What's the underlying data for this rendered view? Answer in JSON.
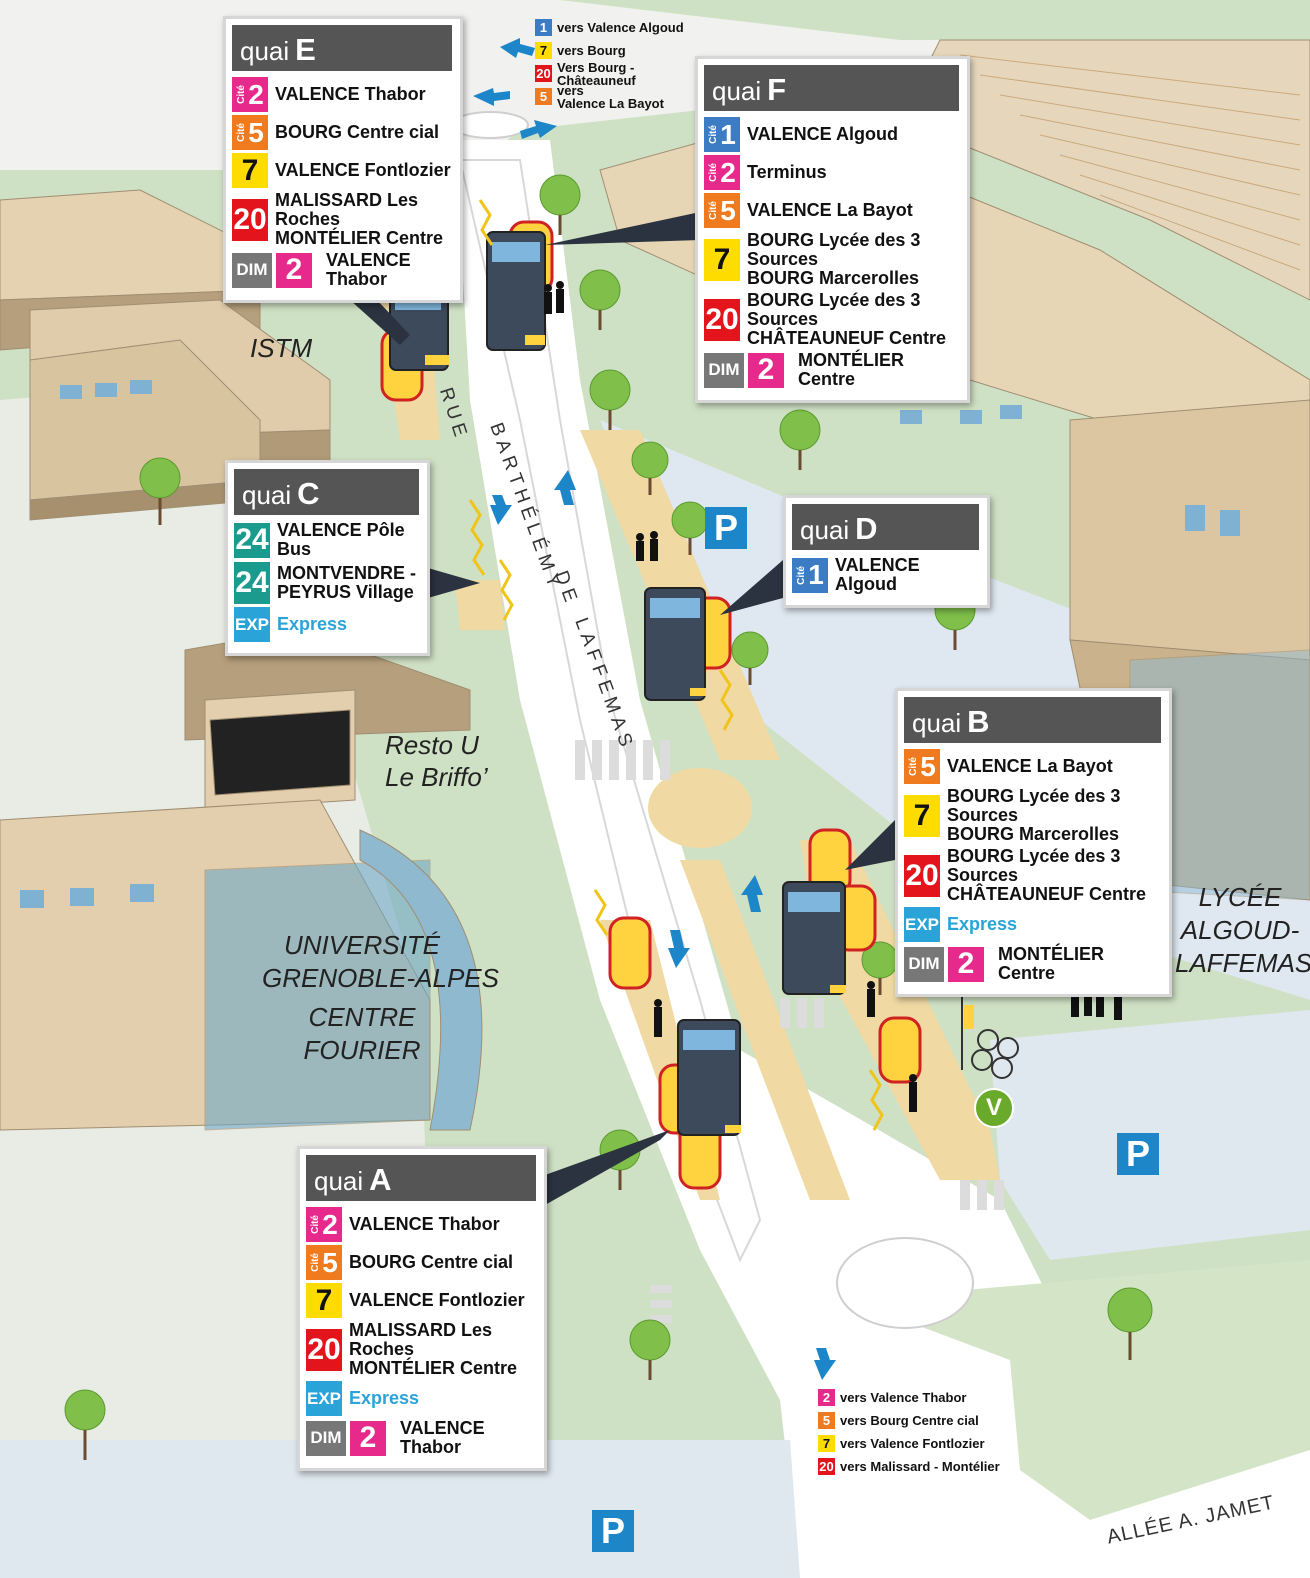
{
  "colors": {
    "cite1": "#3b7cc4",
    "cite2": "#e6298b",
    "cite5": "#f07a1e",
    "line7": "#ffdc00",
    "line20": "#e3141b",
    "line24": "#1b9a8e",
    "exp": "#2aa3d8",
    "dim": "#777777",
    "parking": "#1d86c8",
    "velo": "#6aaa2a"
  },
  "quais": [
    {
      "id": "E",
      "word": "quai",
      "letter": "E",
      "rows": [
        {
          "badge": "2",
          "cite": "Cité",
          "color": "cite2",
          "lines": [
            "VALENCE Thabor"
          ]
        },
        {
          "badge": "5",
          "cite": "Cité",
          "color": "cite5",
          "lines": [
            "BOURG Centre cial"
          ]
        },
        {
          "badge": "7",
          "color": "line7",
          "dark": true,
          "lines": [
            "VALENCE Fontlozier"
          ]
        },
        {
          "badge": "20",
          "color": "line20",
          "lines": [
            "MALISSARD Les Roches",
            "MONTÉLIER Centre"
          ]
        },
        {
          "badge": "DIM",
          "dim": true,
          "dimLine": "2",
          "color": "dim",
          "lines": [
            "VALENCE Thabor"
          ]
        }
      ]
    },
    {
      "id": "F",
      "word": "quai",
      "letter": "F",
      "rows": [
        {
          "badge": "1",
          "cite": "Cité",
          "color": "cite1",
          "lines": [
            "VALENCE Algoud"
          ]
        },
        {
          "badge": "2",
          "cite": "Cité",
          "color": "cite2",
          "lines": [
            "Terminus"
          ]
        },
        {
          "badge": "5",
          "cite": "Cité",
          "color": "cite5",
          "lines": [
            "VALENCE La Bayot"
          ]
        },
        {
          "badge": "7",
          "color": "line7",
          "dark": true,
          "lines": [
            "BOURG Lycée des 3 Sources",
            "BOURG Marcerolles"
          ]
        },
        {
          "badge": "20",
          "color": "line20",
          "lines": [
            "BOURG Lycée des 3 Sources",
            "CHÂTEAUNEUF Centre"
          ]
        },
        {
          "badge": "DIM",
          "dim": true,
          "dimLine": "2",
          "color": "dim",
          "lines": [
            "MONTÉLIER Centre"
          ]
        }
      ]
    },
    {
      "id": "C",
      "word": "quai",
      "letter": "C",
      "rows": [
        {
          "badge": "24",
          "color": "line24",
          "lines": [
            "VALENCE Pôle Bus"
          ]
        },
        {
          "badge": "24",
          "color": "line24",
          "lines": [
            "MONTVENDRE -",
            "PEYRUS Village"
          ]
        },
        {
          "badge": "EXP",
          "color": "exp",
          "exp": true,
          "lines": [
            "Express"
          ]
        }
      ]
    },
    {
      "id": "D",
      "word": "quai",
      "letter": "D",
      "rows": [
        {
          "badge": "1",
          "cite": "Cité",
          "color": "cite1",
          "lines": [
            "VALENCE Algoud"
          ]
        }
      ]
    },
    {
      "id": "B",
      "word": "quai",
      "letter": "B",
      "rows": [
        {
          "badge": "5",
          "cite": "Cité",
          "color": "cite5",
          "lines": [
            "VALENCE La Bayot"
          ]
        },
        {
          "badge": "7",
          "color": "line7",
          "dark": true,
          "lines": [
            "BOURG Lycée des 3 Sources",
            "BOURG Marcerolles"
          ]
        },
        {
          "badge": "20",
          "color": "line20",
          "lines": [
            "BOURG Lycée des 3 Sources",
            "CHÂTEAUNEUF Centre"
          ]
        },
        {
          "badge": "EXP",
          "color": "exp",
          "exp": true,
          "lines": [
            "Express"
          ]
        },
        {
          "badge": "DIM",
          "dim": true,
          "dimLine": "2",
          "color": "dim",
          "lines": [
            "MONTÉLIER Centre"
          ]
        }
      ]
    },
    {
      "id": "A",
      "word": "quai",
      "letter": "A",
      "rows": [
        {
          "badge": "2",
          "cite": "Cité",
          "color": "cite2",
          "lines": [
            "VALENCE Thabor"
          ]
        },
        {
          "badge": "5",
          "cite": "Cité",
          "color": "cite5",
          "lines": [
            "BOURG Centre cial"
          ]
        },
        {
          "badge": "7",
          "color": "line7",
          "dark": true,
          "lines": [
            "VALENCE Fontlozier"
          ]
        },
        {
          "badge": "20",
          "color": "line20",
          "lines": [
            "MALISSARD Les Roches",
            "MONTÉLIER Centre"
          ]
        },
        {
          "badge": "EXP",
          "color": "exp",
          "exp": true,
          "lines": [
            "Express"
          ]
        },
        {
          "badge": "DIM",
          "dim": true,
          "dimLine": "2",
          "color": "dim",
          "lines": [
            "VALENCE Thabor"
          ]
        }
      ]
    }
  ],
  "directions_top": [
    {
      "badge": "1",
      "cite": "Cité",
      "color": "cite1",
      "text": "vers Valence Algoud"
    },
    {
      "badge": "7",
      "color": "line7",
      "dark": true,
      "text": "vers Bourg"
    },
    {
      "badge": "20",
      "color": "line20",
      "text": "Vers Bourg -\nChâteauneuf"
    },
    {
      "badge": "5",
      "cite": "Cité",
      "color": "cite5",
      "text": "vers\nValence La Bayot"
    }
  ],
  "directions_bottom": [
    {
      "badge": "2",
      "cite": "Cité",
      "color": "cite2",
      "text": "vers Valence Thabor"
    },
    {
      "badge": "5",
      "cite": "Cité",
      "color": "cite5",
      "text": "vers Bourg Centre cial"
    },
    {
      "badge": "7",
      "color": "line7",
      "dark": true,
      "text": "vers Valence Fontlozier"
    },
    {
      "badge": "20",
      "color": "line20",
      "text": "vers Malissard - Montélier"
    }
  ],
  "places": {
    "istm": "ISTM",
    "resto_1": "Resto U",
    "resto_2": "Le Briffo’",
    "univ_1": "UNIVERSITÉ",
    "univ_2": "GRENOBLE-ALPES",
    "univ_3": "CENTRE",
    "univ_4": "FOURIER",
    "lycee_1": "LYCÉE",
    "lycee_2": "ALGOUD-",
    "lycee_3": "LAFFEMAS"
  },
  "streets": {
    "rue_1": "RUE",
    "rue_2": "BARTHÉLÉMY",
    "rue_3": "DE",
    "rue_4": "LAFFEMAS",
    "allee": "ALLÉE A. JAMET"
  },
  "symbols": {
    "parking": "P",
    "velo": "V"
  }
}
